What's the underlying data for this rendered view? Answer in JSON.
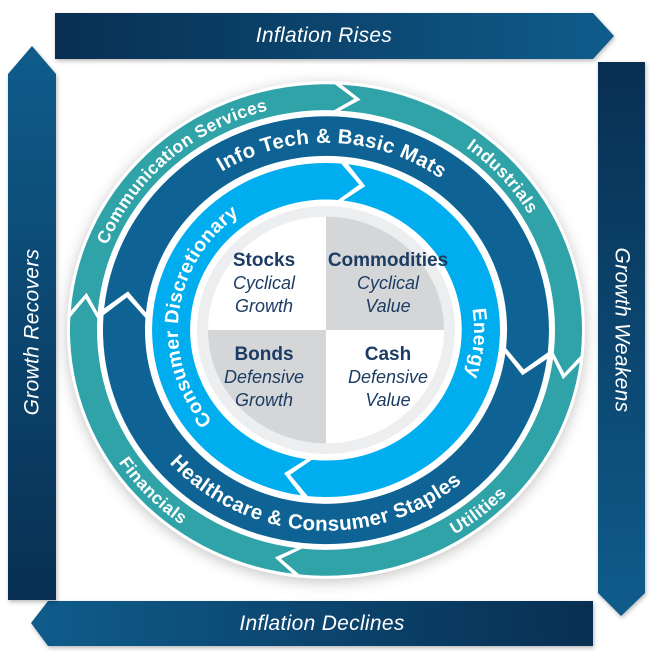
{
  "banners": {
    "top": "Inflation Rises",
    "right": "Growth Weakens",
    "bottom": "Inflation Declines",
    "left": "Growth Recovers"
  },
  "rings": {
    "outer": {
      "color": "#2FA3A8",
      "segments": {
        "top_left": "Communication Services",
        "top_right": "Industrials",
        "bottom_right": "Utilities",
        "bottom_left": "Financials"
      }
    },
    "middle": {
      "color": "#0E6394",
      "segments": {
        "top": "Info Tech & Basic Mats",
        "bottom": "Healthcare & Consumer Staples"
      }
    },
    "inner": {
      "color": "#00AEEF",
      "segments": {
        "left": "Consumer Discretionary",
        "right": "Energy"
      }
    }
  },
  "quadrants": {
    "top_left": {
      "asset": "Stocks",
      "line2": "Cyclical",
      "line3": "Growth"
    },
    "top_right": {
      "asset": "Commodities",
      "line2": "Cyclical",
      "line3": "Value"
    },
    "bottom_left": {
      "asset": "Bonds",
      "line2": "Defensive",
      "line3": "Growth"
    },
    "bottom_right": {
      "asset": "Cash",
      "line2": "Defensive",
      "line3": "Value"
    }
  },
  "colors": {
    "banner_dark": "#082F52",
    "banner_light": "#0F5C8C",
    "outer_ring_teal": "#2FA3A8",
    "middle_ring_blue": "#0E6394",
    "inner_ring_cyan": "#00AEEF",
    "quadrant_gray": "#D5D6D8",
    "quadrant_white": "#FFFFFF",
    "divider_ring_gray": "#EDEEEF",
    "quadrant_text_navy": "#1C3C64",
    "white": "#FFFFFF"
  }
}
